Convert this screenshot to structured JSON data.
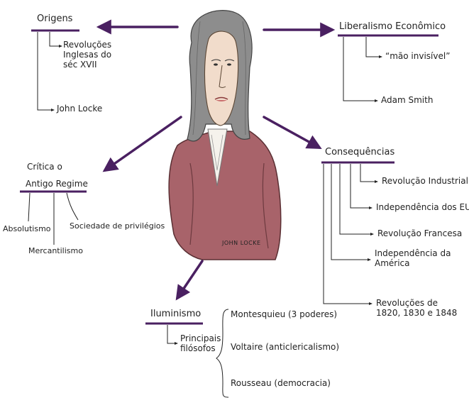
{
  "center": {
    "caption": "JOHN LOCKE"
  },
  "origens": {
    "title": "Origens",
    "items": [
      "Revoluções Inglesas do séc XVII",
      "John Locke"
    ]
  },
  "liberalismo": {
    "title": "Liberalismo Econômico",
    "items": [
      "“mão invisível”",
      "Adam Smith"
    ]
  },
  "critica": {
    "title_line1": "Crítica o",
    "title_line2": "Antigo Regime",
    "items": [
      "Absolutismo",
      "Mercantilismo",
      "Sociedade de privilégios"
    ]
  },
  "consequencias": {
    "title": "Consequências",
    "items": [
      "Revolução Industrial",
      "Independência dos EUA",
      "Revolução Francesa",
      "Independência da América",
      "Revoluções de 1820, 1830 e 1848"
    ]
  },
  "iluminismo": {
    "title": "Iluminismo",
    "subtitle": "Principais filósofos",
    "items": [
      "Montesquieu (3 poderes)",
      "Voltaire (anticlericalismo)",
      "Rousseau (democracia)"
    ]
  },
  "colors": {
    "arrow": "#4a2061",
    "underline": "#4a2061",
    "ink": "#222222",
    "robe": "#a8636a",
    "hair": "#8d8d8d",
    "skin": "#f1dccb"
  }
}
